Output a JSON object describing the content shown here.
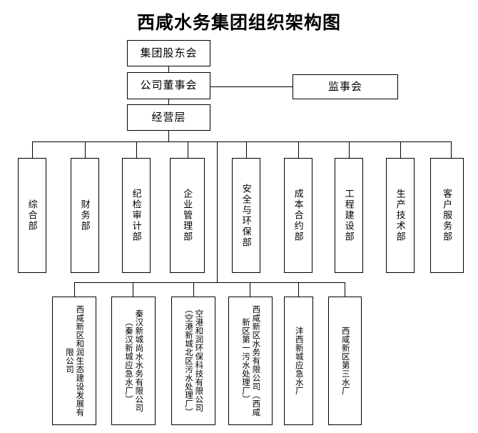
{
  "title": "西咸水务集团组织架构图",
  "top_tier": {
    "shareholders": "集团股东会",
    "board": "公司董事会",
    "supervisors": "监事会",
    "management": "经营层"
  },
  "departments": [
    {
      "label": "综合部"
    },
    {
      "label": "财务部"
    },
    {
      "label": "纪检审计部"
    },
    {
      "label": "企业管理部"
    },
    {
      "label": "安全与环保部"
    },
    {
      "label": "成本合约部"
    },
    {
      "label": "工程建设部"
    },
    {
      "label": "生产技术部"
    },
    {
      "label": "客户服务部"
    }
  ],
  "subsidiaries": [
    {
      "label": "西咸新区和润生态建设发展有限公司"
    },
    {
      "label": "秦汉新城尚水水务有限公司（秦汉新城应急水厂）"
    },
    {
      "label": "空港和润环保科技有限公司（空港新城北区污水处理厂）"
    },
    {
      "label": "西咸新区水务有限公司（西咸新区第一污水处理厂）"
    },
    {
      "label": "沣西新城应急水厂"
    },
    {
      "label": "西咸新区第三水厂"
    }
  ],
  "colors": {
    "line": "#000000",
    "box_border": "#000000",
    "background": "#ffffff",
    "text": "#000000"
  }
}
